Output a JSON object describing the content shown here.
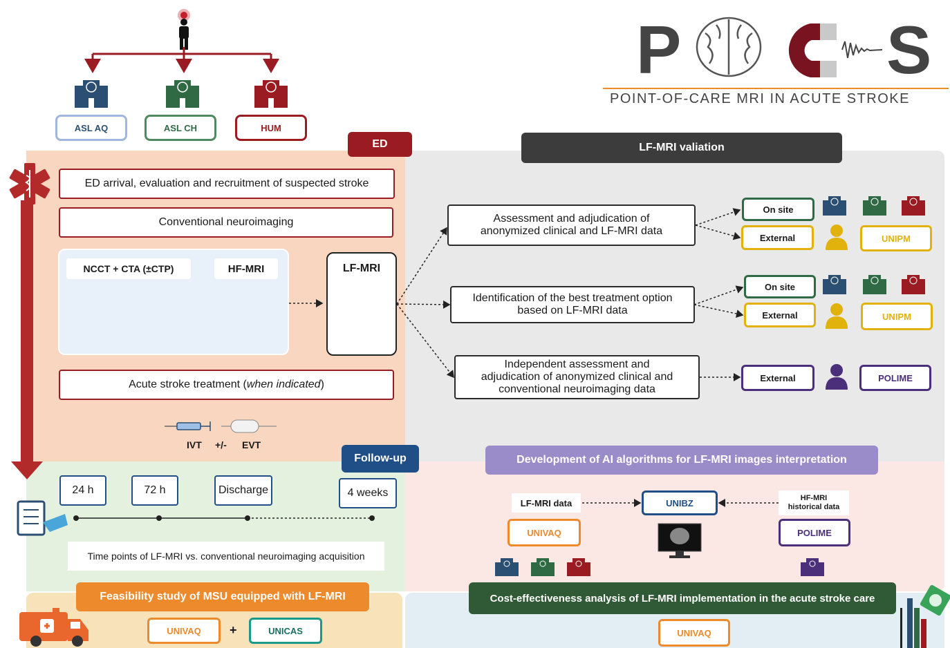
{
  "logo": {
    "letters": [
      "P",
      "C",
      "S"
    ],
    "subtitle": "POINT-OF-CARE MRI IN ACUTE STROKE"
  },
  "centers": [
    "ASL AQ",
    "ASL CH",
    "HUM"
  ],
  "ed": {
    "tab": "ED",
    "step1": "ED arrival, evaluation and recruitment of suspected stroke",
    "step2": "Conventional neuroimaging",
    "ncct_label": "NCCT + CTA (±CTP)",
    "hfmri_label": "HF-MRI",
    "lfmri_label": "LF-MRI",
    "treatment_prefix": "Acute stroke treatment (",
    "treatment_italic": "when indicated",
    "treatment_suffix": ")",
    "ivt": "IVT",
    "plusminus": "+/-",
    "evt": "EVT"
  },
  "validation": {
    "header": "LF-MRI valiation",
    "tasks": [
      "Assessment and adjudication of anonymized clinical and LF-MRI data",
      "Identification of the best treatment option based on LF-MRI data",
      "Independent assessment and adjudication of anonymized clinical and conventional neuroimaging data"
    ],
    "on_site": "On site",
    "external": "External",
    "unipm": "UNIPM",
    "polime": "POLIME"
  },
  "followup": {
    "tab": "Follow-up",
    "timepoints": [
      "24 h",
      "72 h",
      "Discharge",
      "4 weeks"
    ],
    "caption": "Time points of LF-MRI vs. conventional neuroimaging acquisition"
  },
  "ai": {
    "header": "Development of AI algorithms for LF-MRI images interpretation",
    "lfmri_data": "LF-MRI data",
    "unibz": "UNIBZ",
    "hf_historical": "HF-MRI historical data",
    "univaq": "UNIVAQ",
    "polime": "POLIME"
  },
  "msu": {
    "header": "Feasibility study of MSU equipped with LF-MRI",
    "univaq": "UNIVAQ",
    "plus": "+",
    "unicas": "UNICAS"
  },
  "cost": {
    "header": "Cost-effectiveness analysis of LF-MRI implementation in the acute stroke care",
    "univaq": "UNIVAQ"
  },
  "colors": {
    "red": "#9b1b22",
    "blue": "#2b4f73",
    "green": "#2f6a45",
    "yellow": "#e8b800",
    "purple": "#4b2f7a",
    "orange": "#ec8a2c",
    "teal": "#1a9a8a",
    "gray_header": "#3c3c3c"
  }
}
